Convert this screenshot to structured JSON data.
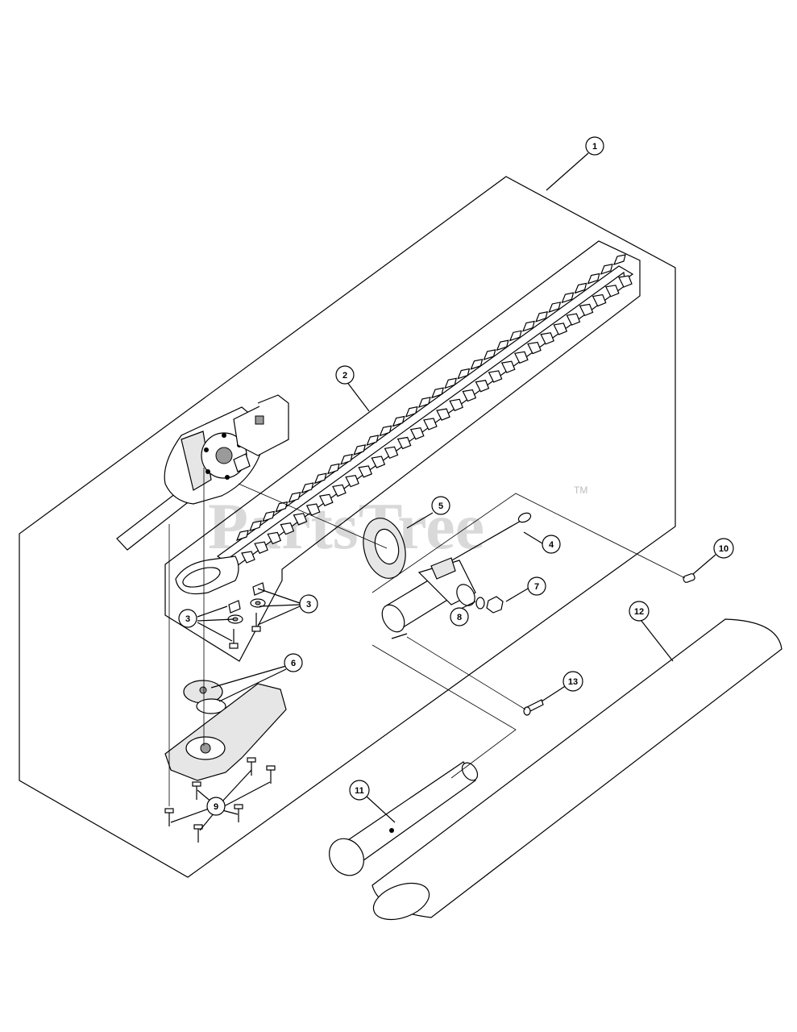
{
  "watermark": {
    "text": "PartsTree",
    "trademark": "TM"
  },
  "callouts": [
    {
      "id": "callout-1",
      "label": "1"
    },
    {
      "id": "callout-2",
      "label": "2"
    },
    {
      "id": "callout-3a",
      "label": "3"
    },
    {
      "id": "callout-3b",
      "label": "3"
    },
    {
      "id": "callout-4",
      "label": "4"
    },
    {
      "id": "callout-5",
      "label": "5"
    },
    {
      "id": "callout-6",
      "label": "6"
    },
    {
      "id": "callout-7",
      "label": "7"
    },
    {
      "id": "callout-8",
      "label": "8"
    },
    {
      "id": "callout-9",
      "label": "9"
    },
    {
      "id": "callout-10",
      "label": "10"
    },
    {
      "id": "callout-11",
      "label": "11"
    },
    {
      "id": "callout-12",
      "label": "12"
    },
    {
      "id": "callout-13",
      "label": "13"
    }
  ]
}
